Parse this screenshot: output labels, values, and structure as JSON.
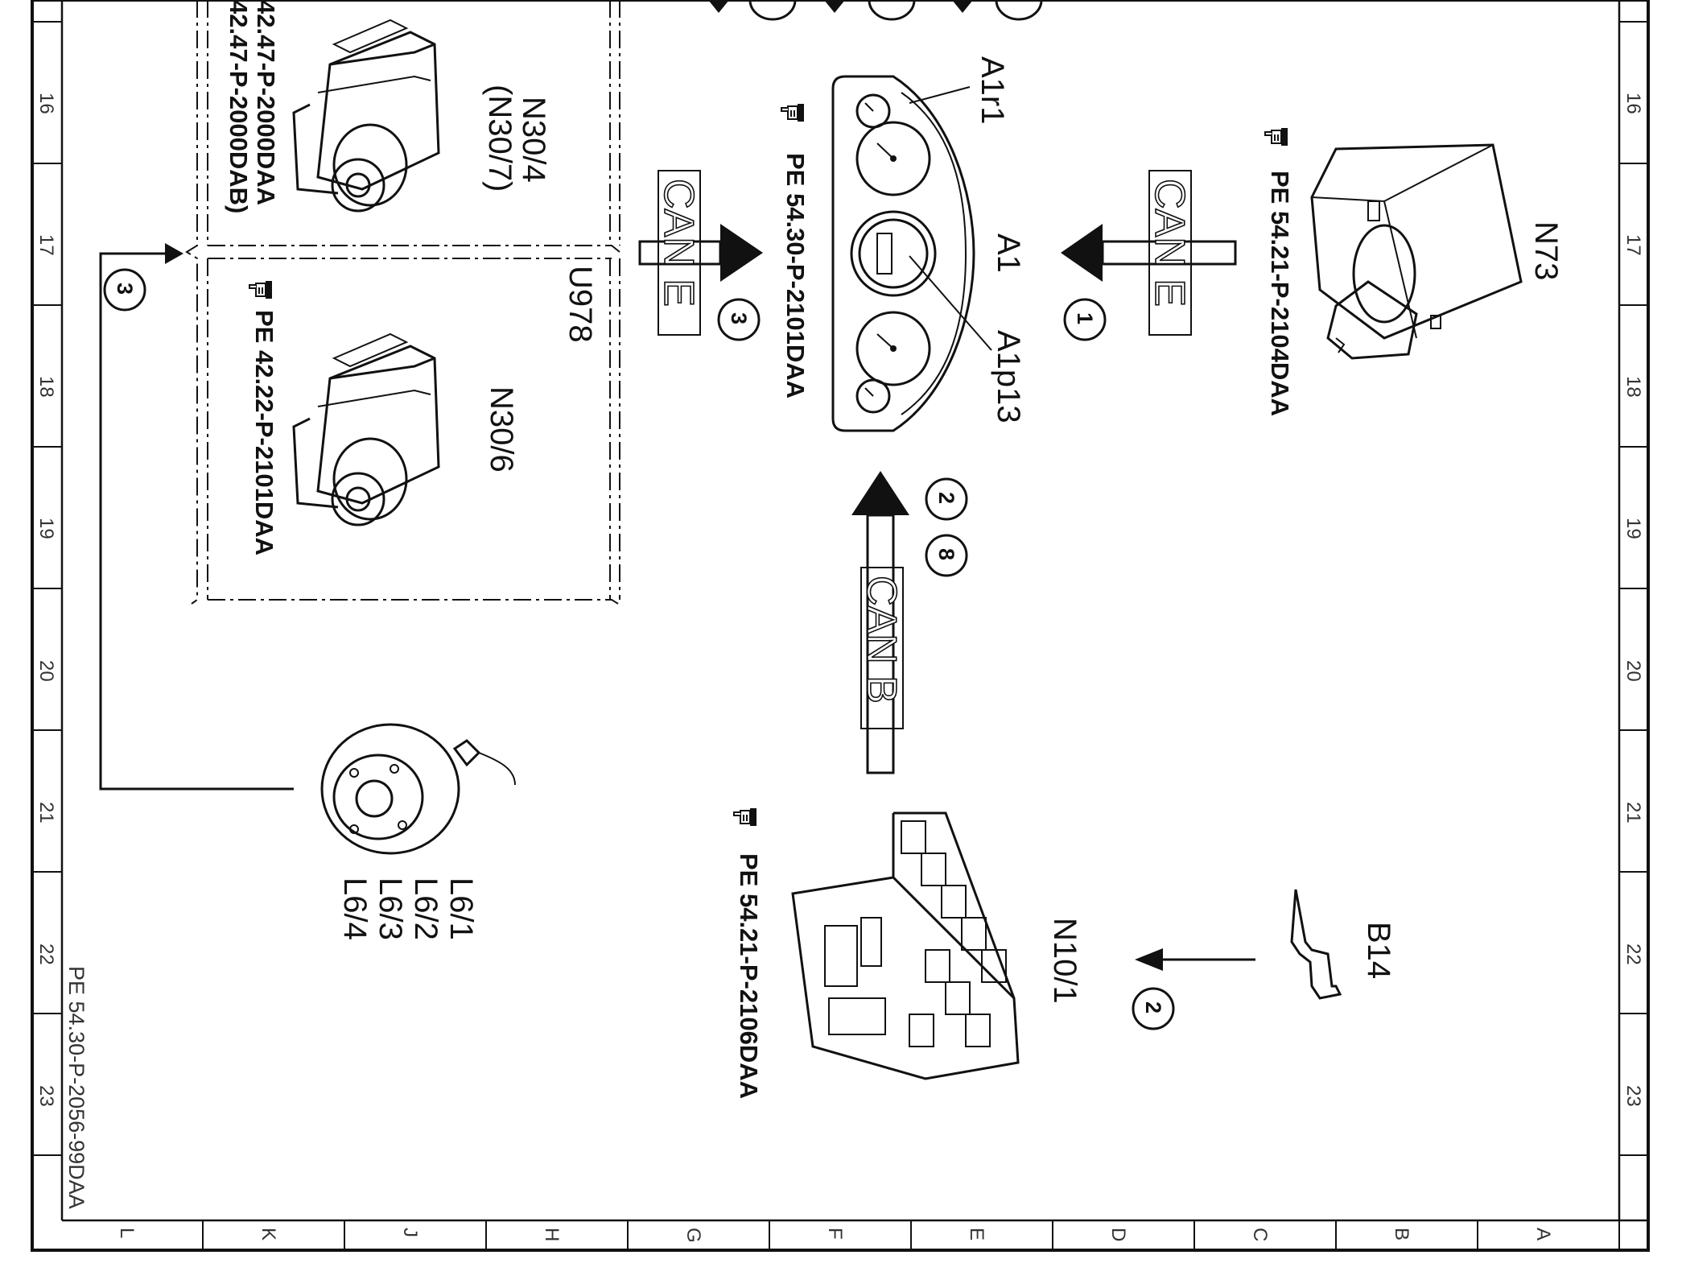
{
  "document_id": "PE 54.30-P-2056-99DAA",
  "grid_rows": [
    "16",
    "17",
    "18",
    "19",
    "20",
    "21",
    "22",
    "23"
  ],
  "grid_columns": [
    "L",
    "K",
    "J",
    "H",
    "G",
    "F",
    "E",
    "D",
    "C",
    "B",
    "A"
  ],
  "components": {
    "a1": {
      "label": "A1",
      "ref": "PE 54.30-P-2101DAA",
      "sub_labels": [
        "A1r1",
        "A1p13"
      ]
    },
    "n73": {
      "label": "N73",
      "ref": "PE 54.21-P-2104DAA"
    },
    "n10_1": {
      "label": "N10/1",
      "ref": "PE 54.21-P-2106DAA"
    },
    "b14": {
      "label": "B14"
    },
    "n30_4": {
      "label": "N30/4",
      "sub_label": "(N30/7)",
      "refs": [
        "42.47-P-2000DAA",
        "42.47-P-2000DAB)"
      ]
    },
    "n30_6": {
      "label": "N30/6",
      "ref": "PE 42.22-P-2101DAA"
    },
    "u978": {
      "label": "U978"
    },
    "l6": {
      "labels": [
        "L6/1",
        "L6/2",
        "L6/3",
        "L6/4"
      ]
    }
  },
  "buses": {
    "can_e_left": {
      "label": "CAN E",
      "signal": "3"
    },
    "can_e_right": {
      "label": "CAN E",
      "signal": "1"
    },
    "can_b": {
      "label": "CAN B",
      "signals": [
        "2",
        "8"
      ]
    }
  },
  "signals": {
    "b14": "2",
    "wheel": "3"
  }
}
